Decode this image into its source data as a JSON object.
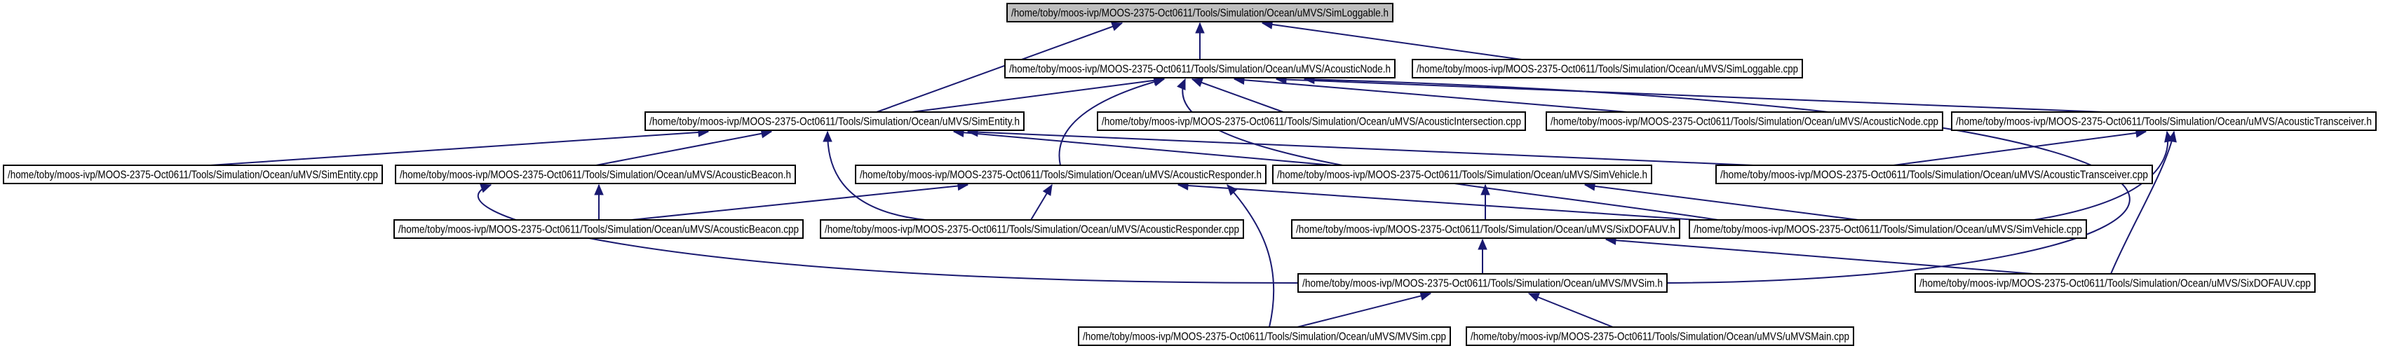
{
  "colors": {
    "edge": "#191970",
    "node_border": "#000000",
    "root_fill": "#bfbfbf",
    "node_fill": "#ffffff"
  },
  "nodes": [
    {
      "id": "simloggable_h",
      "label": "/home/toby/moos-ivp/MOOS-2375-Oct0611/Tools/Simulation/Ocean/uMVS/SimLoggable.h",
      "highlight": true
    },
    {
      "id": "acousticnode_h",
      "label": "/home/toby/moos-ivp/MOOS-2375-Oct0611/Tools/Simulation/Ocean/uMVS/AcousticNode.h"
    },
    {
      "id": "simloggable_cpp",
      "label": "/home/toby/moos-ivp/MOOS-2375-Oct0611/Tools/Simulation/Ocean/uMVS/SimLoggable.cpp"
    },
    {
      "id": "simentity_h",
      "label": "/home/toby/moos-ivp/MOOS-2375-Oct0611/Tools/Simulation/Ocean/uMVS/SimEntity.h"
    },
    {
      "id": "acousticintersection_cpp",
      "label": "/home/toby/moos-ivp/MOOS-2375-Oct0611/Tools/Simulation/Ocean/uMVS/AcousticIntersection.cpp"
    },
    {
      "id": "acousticnode_cpp",
      "label": "/home/toby/moos-ivp/MOOS-2375-Oct0611/Tools/Simulation/Ocean/uMVS/AcousticNode.cpp"
    },
    {
      "id": "acoustictransceiver_h",
      "label": "/home/toby/moos-ivp/MOOS-2375-Oct0611/Tools/Simulation/Ocean/uMVS/AcousticTransceiver.h"
    },
    {
      "id": "simentity_cpp",
      "label": "/home/toby/moos-ivp/MOOS-2375-Oct0611/Tools/Simulation/Ocean/uMVS/SimEntity.cpp"
    },
    {
      "id": "acousticbeacon_h",
      "label": "/home/toby/moos-ivp/MOOS-2375-Oct0611/Tools/Simulation/Ocean/uMVS/AcousticBeacon.h"
    },
    {
      "id": "acousticresponder_h",
      "label": "/home/toby/moos-ivp/MOOS-2375-Oct0611/Tools/Simulation/Ocean/uMVS/AcousticResponder.h"
    },
    {
      "id": "simvehicle_h",
      "label": "/home/toby/moos-ivp/MOOS-2375-Oct0611/Tools/Simulation/Ocean/uMVS/SimVehicle.h"
    },
    {
      "id": "acoustictransceiver_cpp",
      "label": "/home/toby/moos-ivp/MOOS-2375-Oct0611/Tools/Simulation/Ocean/uMVS/AcousticTransceiver.cpp"
    },
    {
      "id": "acousticbeacon_cpp",
      "label": "/home/toby/moos-ivp/MOOS-2375-Oct0611/Tools/Simulation/Ocean/uMVS/AcousticBeacon.cpp"
    },
    {
      "id": "acousticresponder_cpp",
      "label": "/home/toby/moos-ivp/MOOS-2375-Oct0611/Tools/Simulation/Ocean/uMVS/AcousticResponder.cpp"
    },
    {
      "id": "sixdofauv_h",
      "label": "/home/toby/moos-ivp/MOOS-2375-Oct0611/Tools/Simulation/Ocean/uMVS/SixDOFAUV.h"
    },
    {
      "id": "simvehicle_cpp",
      "label": "/home/toby/moos-ivp/MOOS-2375-Oct0611/Tools/Simulation/Ocean/uMVS/SimVehicle.cpp"
    },
    {
      "id": "mvsim_h",
      "label": "/home/toby/moos-ivp/MOOS-2375-Oct0611/Tools/Simulation/Ocean/uMVS/MVSim.h"
    },
    {
      "id": "sixdofauv_cpp",
      "label": "/home/toby/moos-ivp/MOOS-2375-Oct0611/Tools/Simulation/Ocean/uMVS/SixDOFAUV.cpp"
    },
    {
      "id": "mvsim_cpp",
      "label": "/home/toby/moos-ivp/MOOS-2375-Oct0611/Tools/Simulation/Ocean/uMVS/MVSim.cpp"
    },
    {
      "id": "umvsmain_cpp",
      "label": "/home/toby/moos-ivp/MOOS-2375-Oct0611/Tools/Simulation/Ocean/uMVS/uMVSMain.cpp"
    }
  ],
  "edges": [
    {
      "from": "acousticnode_h",
      "to": "simloggable_h"
    },
    {
      "from": "simloggable_cpp",
      "to": "simloggable_h"
    },
    {
      "from": "simentity_h",
      "to": "simloggable_h"
    },
    {
      "from": "simentity_h",
      "to": "acousticnode_h"
    },
    {
      "from": "acousticintersection_cpp",
      "to": "acousticnode_h"
    },
    {
      "from": "acousticnode_cpp",
      "to": "acousticnode_h"
    },
    {
      "from": "acoustictransceiver_h",
      "to": "acousticnode_h"
    },
    {
      "from": "acousticresponder_h",
      "to": "acousticnode_h"
    },
    {
      "from": "simvehicle_cpp",
      "to": "acousticnode_h"
    },
    {
      "from": "mvsim_h",
      "to": "acousticnode_h"
    },
    {
      "from": "simentity_cpp",
      "to": "simentity_h"
    },
    {
      "from": "acousticbeacon_h",
      "to": "simentity_h"
    },
    {
      "from": "simvehicle_h",
      "to": "simentity_h"
    },
    {
      "from": "acoustictransceiver_cpp",
      "to": "simentity_h"
    },
    {
      "from": "acousticresponder_cpp",
      "to": "simentity_h"
    },
    {
      "from": "acoustictransceiver_cpp",
      "to": "acoustictransceiver_h"
    },
    {
      "from": "simvehicle_cpp",
      "to": "acoustictransceiver_h"
    },
    {
      "from": "sixdofauv_cpp",
      "to": "acoustictransceiver_h"
    },
    {
      "from": "acousticbeacon_cpp",
      "to": "acousticbeacon_h"
    },
    {
      "from": "mvsim_h",
      "to": "acousticbeacon_h"
    },
    {
      "from": "acousticbeacon_cpp",
      "to": "acousticresponder_h"
    },
    {
      "from": "acousticresponder_cpp",
      "to": "acousticresponder_h"
    },
    {
      "from": "simvehicle_cpp",
      "to": "acousticresponder_h"
    },
    {
      "from": "mvsim_cpp",
      "to": "acousticresponder_h"
    },
    {
      "from": "sixdofauv_h",
      "to": "simvehicle_h"
    },
    {
      "from": "simvehicle_cpp",
      "to": "simvehicle_h"
    },
    {
      "from": "mvsim_h",
      "to": "sixdofauv_h"
    },
    {
      "from": "sixdofauv_cpp",
      "to": "sixdofauv_h"
    },
    {
      "from": "mvsim_cpp",
      "to": "mvsim_h"
    },
    {
      "from": "umvsmain_cpp",
      "to": "mvsim_h"
    }
  ]
}
